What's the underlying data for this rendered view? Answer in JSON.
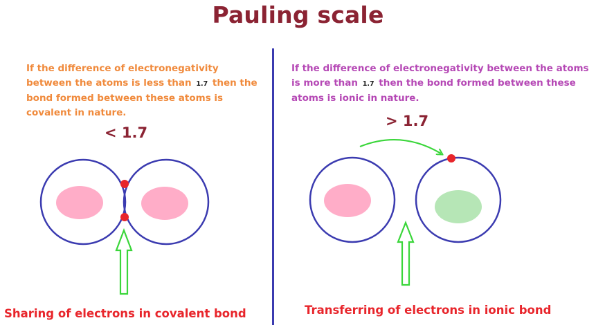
{
  "title": "Pauling scale",
  "left": {
    "desc_part1": "If the difference of electronegativity between the atoms is less than",
    "value": "1.7",
    "desc_part2": "then the bond formed between these atoms is covalent in nature.",
    "threshold": "< 1.7",
    "caption": "Sharing of electrons in covalent bond"
  },
  "right": {
    "desc_part1": "If the difference of electronegativity between the atoms is more than",
    "value": "1.7",
    "desc_part2": "then the bond formed between these atoms is ionic in nature.",
    "threshold": "> 1.7",
    "caption": "Transferring of electrons in ionic bond"
  },
  "colors": {
    "title": "#8b2333",
    "left_text": "#f08a3c",
    "right_text": "#b548b5",
    "caption": "#e8252b",
    "atom_outline": "#3b3bb0",
    "nucleus_pink": "#ffadc8",
    "nucleus_green": "#b6e6b6",
    "electron": "#e8252b",
    "arrow": "#3ad63a"
  }
}
